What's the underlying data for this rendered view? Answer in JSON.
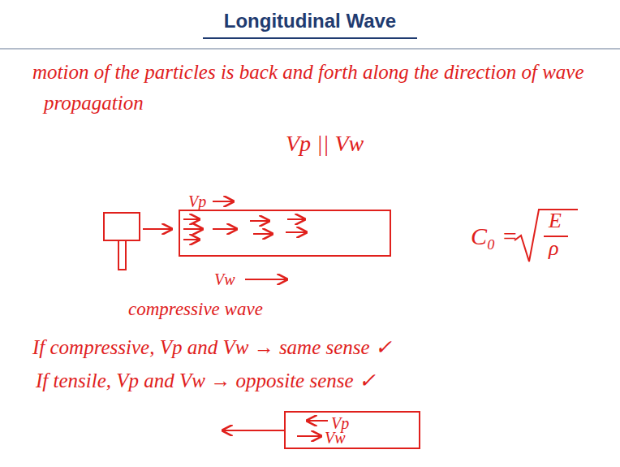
{
  "diagram": {
    "title": "Longitudinal Wave",
    "nodes": [
      {
        "text": [
          "Vp",
          "Vw"
        ]
      },
      {
        "text": [
          "Vp",
          "Vw"
        ]
      }
    ],
    "labels": [
      "motion of the particles is back and forth along the direction of wave propagation",
      "Vp || Vw",
      "compressive wave",
      "C₀ =",
      "E",
      "ρ",
      "If compressive, Vp and Vw → same sense ✓",
      "If tensile, Vp and Vw → opposite sense ✓"
    ]
  }
}
